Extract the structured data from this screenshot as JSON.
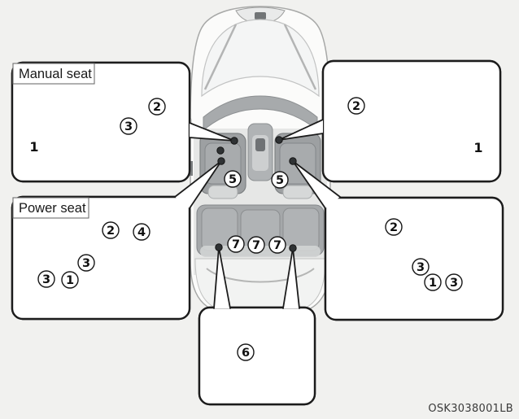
{
  "colors": {
    "background": "#f1f1ef",
    "panel_border": "#1c1c1c",
    "callout_fill": "#ffffff",
    "callout_text": "#111111",
    "illustration_gray": "#8f9295"
  },
  "panels": {
    "manual_seat_left": {
      "label": "Manual seat",
      "callouts": [
        "1",
        "2",
        "3"
      ]
    },
    "manual_seat_right": {
      "callouts": [
        "1",
        "2"
      ]
    },
    "power_seat_left": {
      "label": "Power seat",
      "callouts": [
        "1",
        "2",
        "3",
        "3",
        "4"
      ]
    },
    "power_seat_right": {
      "callouts": [
        "1",
        "2",
        "3",
        "3"
      ]
    },
    "switch_detail": {
      "callouts": [
        "6"
      ]
    },
    "car_top_view": {
      "front_seat_callouts": [
        "5",
        "5"
      ],
      "rear_seat_callouts": [
        "7",
        "7",
        "7"
      ]
    }
  },
  "footer": {
    "image_code": "OSK3038001LB"
  }
}
